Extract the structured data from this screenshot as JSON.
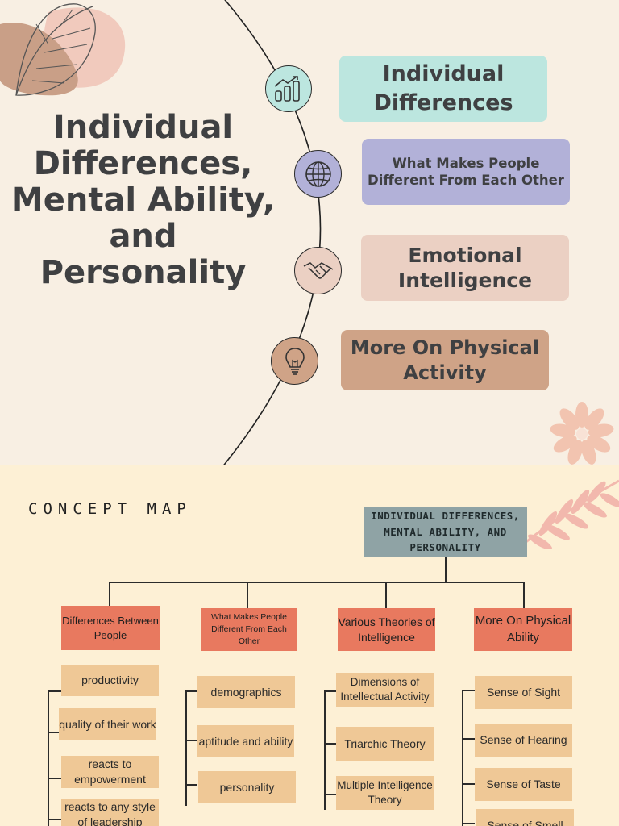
{
  "top": {
    "title": "Individual Differences, Mental Ability, and Personality",
    "topics": [
      {
        "label": "Individual Differences",
        "icon": "chart-growth-icon",
        "color": "#bce6df"
      },
      {
        "label": "What Makes People Different From Each Other",
        "icon": "globe-icon",
        "color": "#b2b1d8"
      },
      {
        "label": "Emotional Intelligence",
        "icon": "handshake-icon",
        "color": "#ebd0c3"
      },
      {
        "label": "More On Physical Activity",
        "icon": "lightbulb-icon",
        "color": "#cfa387"
      }
    ]
  },
  "concept_map": {
    "heading": "CONCEPT MAP",
    "root": "INDIVIDUAL DIFFERENCES, MENTAL ABILITY, AND PERSONALITY",
    "branches": [
      {
        "label": "Differences Between People",
        "items": [
          "productivity",
          "quality of their work",
          "reacts to empowerment",
          "reacts to any style of leadership"
        ]
      },
      {
        "label": "What Makes People Different From Each Other",
        "items": [
          "demographics",
          "aptitude and ability",
          "personality"
        ]
      },
      {
        "label": "Various Theories of Intelligence",
        "items": [
          "Dimensions of Intellectual Activity",
          "Triarchic Theory",
          "Multiple Intelligence Theory"
        ]
      },
      {
        "label": "More On Physical Ability",
        "items": [
          "Sense of Sight",
          "Sense of Hearing",
          "Sense of Taste",
          "Sense of Smell"
        ]
      }
    ]
  },
  "colors": {
    "top_background": "#f8efe3",
    "bottom_background": "#fdf0d5",
    "root_box": "#8fa3a5",
    "category_box": "#e8795f",
    "leaf_box": "#efc896",
    "decor_pink": "#f2b8ad"
  }
}
